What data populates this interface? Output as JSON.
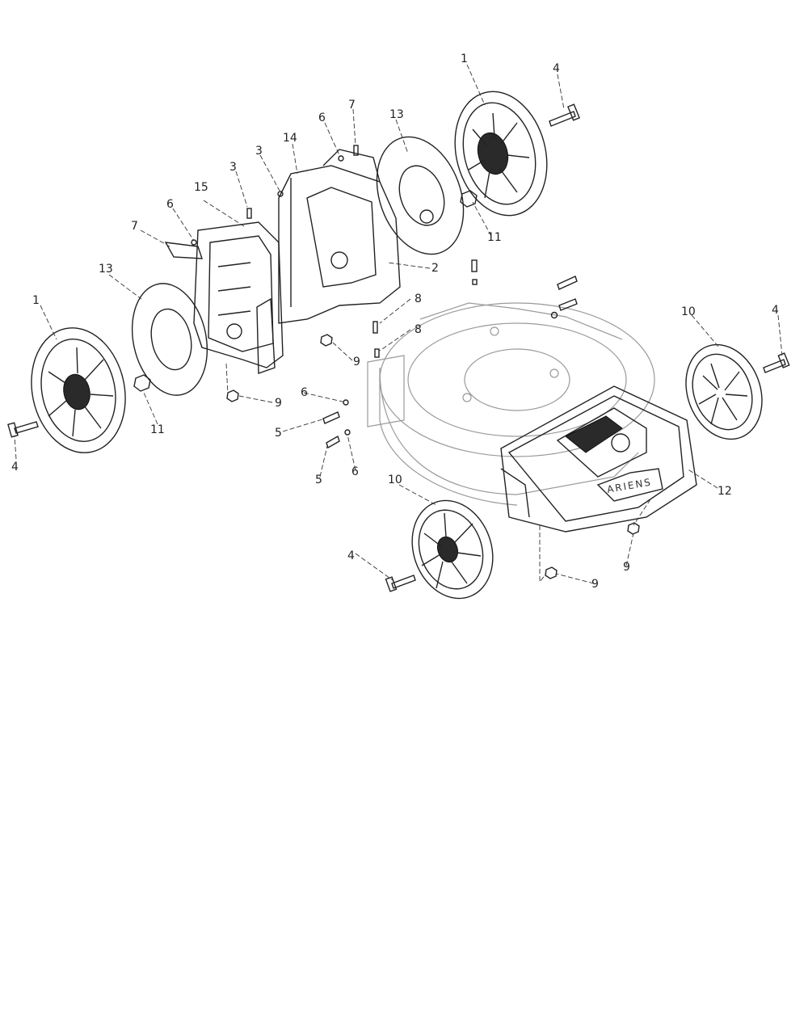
{
  "brand_label": "ARIENS",
  "callouts": [
    {
      "id": "c1a",
      "text": "1"
    },
    {
      "id": "c1b",
      "text": "1"
    },
    {
      "id": "c2",
      "text": "2"
    },
    {
      "id": "c3a",
      "text": "3"
    },
    {
      "id": "c3b",
      "text": "3"
    },
    {
      "id": "c4a",
      "text": "4"
    },
    {
      "id": "c4b",
      "text": "4"
    },
    {
      "id": "c4c",
      "text": "4"
    },
    {
      "id": "c4d",
      "text": "4"
    },
    {
      "id": "c5a",
      "text": "5"
    },
    {
      "id": "c5b",
      "text": "5"
    },
    {
      "id": "c6a",
      "text": "6"
    },
    {
      "id": "c6b",
      "text": "6"
    },
    {
      "id": "c6c",
      "text": "6"
    },
    {
      "id": "c6d",
      "text": "6"
    },
    {
      "id": "c7a",
      "text": "7"
    },
    {
      "id": "c7b",
      "text": "7"
    },
    {
      "id": "c8a",
      "text": "8"
    },
    {
      "id": "c8b",
      "text": "8"
    },
    {
      "id": "c9a",
      "text": "9"
    },
    {
      "id": "c9b",
      "text": "9"
    },
    {
      "id": "c9c",
      "text": "9"
    },
    {
      "id": "c9d",
      "text": "9"
    },
    {
      "id": "c10a",
      "text": "10"
    },
    {
      "id": "c10b",
      "text": "10"
    },
    {
      "id": "c11a",
      "text": "11"
    },
    {
      "id": "c11b",
      "text": "11"
    },
    {
      "id": "c12",
      "text": "12"
    },
    {
      "id": "c13a",
      "text": "13"
    },
    {
      "id": "c13b",
      "text": "13"
    },
    {
      "id": "c14",
      "text": "14"
    },
    {
      "id": "c15",
      "text": "15"
    }
  ]
}
